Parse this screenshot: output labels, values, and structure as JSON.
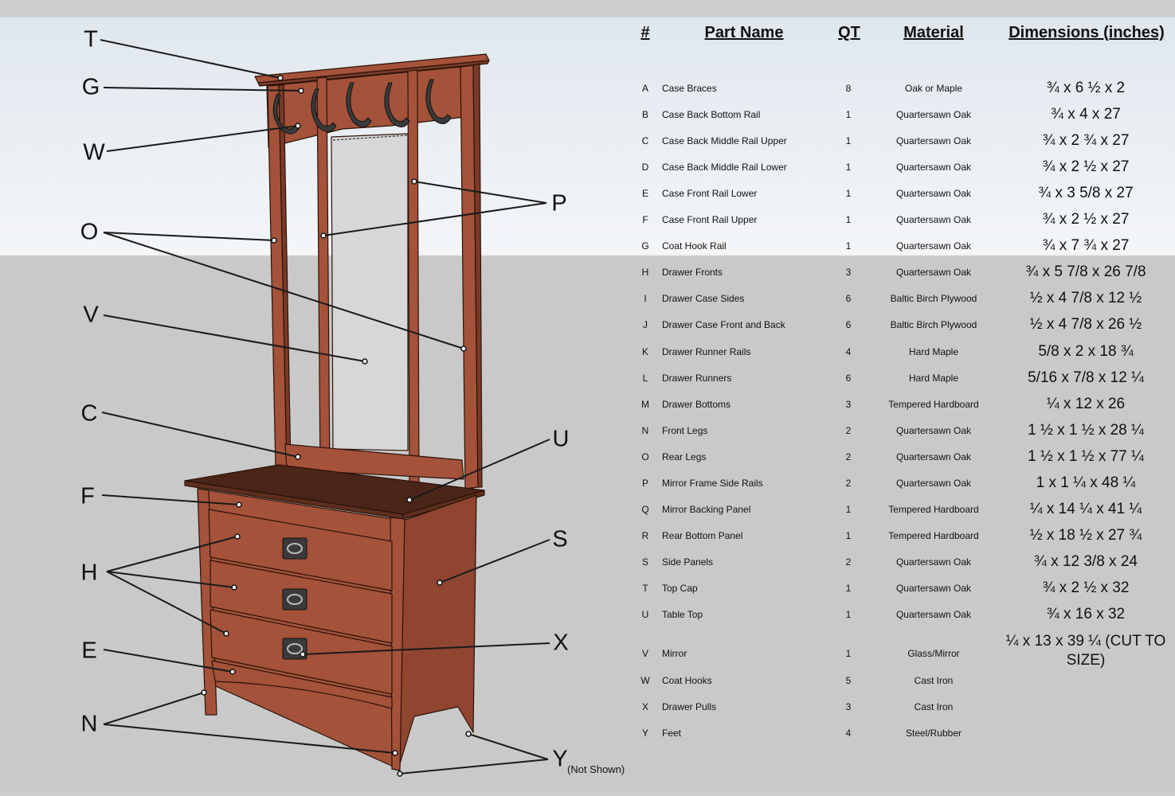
{
  "callouts": [
    {
      "letter": "T"
    },
    {
      "letter": "G"
    },
    {
      "letter": "W"
    },
    {
      "letter": "O"
    },
    {
      "letter": "V"
    },
    {
      "letter": "C"
    },
    {
      "letter": "F"
    },
    {
      "letter": "H"
    },
    {
      "letter": "E"
    },
    {
      "letter": "N"
    },
    {
      "letter": "P"
    },
    {
      "letter": "U"
    },
    {
      "letter": "S"
    },
    {
      "letter": "X"
    },
    {
      "letter": "Y"
    }
  ],
  "not_shown_note": "(Not Shown)",
  "table": {
    "headers": {
      "id": "#",
      "name": "Part Name",
      "qt": "QT",
      "material": "Material",
      "dimensions": "Dimensions (inches)"
    },
    "rows": [
      {
        "id": "A",
        "name": "Case Braces",
        "qt": "8",
        "material": "Oak or Maple",
        "dim": "¾ x 6 ½ x 2"
      },
      {
        "id": "B",
        "name": "Case Back Bottom Rail",
        "qt": "1",
        "material": "Quartersawn Oak",
        "dim": "¾ x 4 x 27"
      },
      {
        "id": "C",
        "name": "Case Back Middle Rail Upper",
        "qt": "1",
        "material": "Quartersawn Oak",
        "dim": "¾ x 2 ¾ x 27"
      },
      {
        "id": "D",
        "name": "Case Back Middle Rail Lower",
        "qt": "1",
        "material": "Quartersawn Oak",
        "dim": "¾ x 2 ½ x 27"
      },
      {
        "id": "E",
        "name": "Case Front Rail Lower",
        "qt": "1",
        "material": "Quartersawn Oak",
        "dim": "¾ x 3 5/8 x 27"
      },
      {
        "id": "F",
        "name": "Case Front Rail Upper",
        "qt": "1",
        "material": "Quartersawn Oak",
        "dim": "¾ x 2 ½ x 27"
      },
      {
        "id": "G",
        "name": "Coat Hook Rail",
        "qt": "1",
        "material": "Quartersawn Oak",
        "dim": "¾ x 7 ¾ x 27"
      },
      {
        "id": "H",
        "name": "Drawer Fronts",
        "qt": "3",
        "material": "Quartersawn Oak",
        "dim": "¾ x 5 7/8 x 26 7/8"
      },
      {
        "id": "I",
        "name": "Drawer Case Sides",
        "qt": "6",
        "material": "Baltic Birch Plywood",
        "dim": "½ x 4 7/8 x 12 ½"
      },
      {
        "id": "J",
        "name": "Drawer Case Front and Back",
        "qt": "6",
        "material": "Baltic Birch Plywood",
        "dim": "½ x 4 7/8 x 26 ½"
      },
      {
        "id": "K",
        "name": "Drawer Runner Rails",
        "qt": "4",
        "material": "Hard Maple",
        "dim": "5/8 x 2 x 18 ¾"
      },
      {
        "id": "L",
        "name": "Drawer Runners",
        "qt": "6",
        "material": "Hard Maple",
        "dim": "5/16 x 7/8 x 12 ¼"
      },
      {
        "id": "M",
        "name": "Drawer Bottoms",
        "qt": "3",
        "material": "Tempered Hardboard",
        "dim": "¼ x 12 x 26"
      },
      {
        "id": "N",
        "name": "Front Legs",
        "qt": "2",
        "material": "Quartersawn Oak",
        "dim": "1 ½ x 1 ½ x 28 ¼"
      },
      {
        "id": "O",
        "name": "Rear Legs",
        "qt": "2",
        "material": "Quartersawn Oak",
        "dim": "1 ½ x 1 ½ x 77 ¼"
      },
      {
        "id": "P",
        "name": "Mirror Frame Side Rails",
        "qt": "2",
        "material": "Quartersawn Oak",
        "dim": "1 x 1 ¼ x 48 ¼"
      },
      {
        "id": "Q",
        "name": "Mirror Backing Panel",
        "qt": "1",
        "material": "Tempered Hardboard",
        "dim": "¼ x 14 ¼ x 41 ¼"
      },
      {
        "id": "R",
        "name": "Rear Bottom Panel",
        "qt": "1",
        "material": "Tempered Hardboard",
        "dim": "½ x 18 ½ x 27 ¾"
      },
      {
        "id": "S",
        "name": "Side Panels",
        "qt": "2",
        "material": "Quartersawn Oak",
        "dim": "¾ x 12 3/8 x 24"
      },
      {
        "id": "T",
        "name": "Top Cap",
        "qt": "1",
        "material": "Quartersawn Oak",
        "dim": "¾ x 2 ½ x 32"
      },
      {
        "id": "U",
        "name": "Table Top",
        "qt": "1",
        "material": "Quartersawn Oak",
        "dim": "¾ x 16 x 32"
      },
      {
        "id": "V",
        "name": "Mirror",
        "qt": "1",
        "material": "Glass/Mirror",
        "dim": "¼ x 13 x 39 ¼ (CUT TO SIZE)"
      },
      {
        "id": "W",
        "name": "Coat Hooks",
        "qt": "5",
        "material": "Cast Iron",
        "dim": ""
      },
      {
        "id": "X",
        "name": "Drawer Pulls",
        "qt": "3",
        "material": "Cast Iron",
        "dim": ""
      },
      {
        "id": "Y",
        "name": "Feet",
        "qt": "4",
        "material": "Steel/Rubber",
        "dim": ""
      }
    ]
  },
  "colors": {
    "wood": "#a4523a",
    "wood_dark": "#7a3a28",
    "table_top": "#4a2518",
    "mirror": "#d7d7d7",
    "hardware": "#3a3a3a",
    "leader": "#1a1a1a"
  }
}
